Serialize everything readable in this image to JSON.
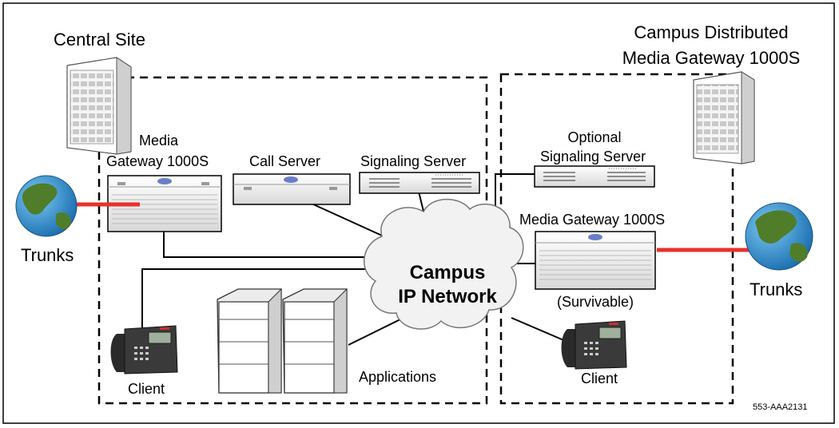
{
  "labels": {
    "central_site": "Central Site",
    "campus_site_line1": "Campus Distributed",
    "campus_site_line2": "Media Gateway 1000S",
    "mg_central_line1": "Media",
    "mg_central_line2": "Gateway 1000S",
    "call_server": "Call Server",
    "signaling_server": "Signaling Server",
    "optional_ss_line1": "Optional",
    "optional_ss_line2": "Signaling Server",
    "mg_campus": "Media Gateway 1000S",
    "survivable": "(Survivable)",
    "trunks_left": "Trunks",
    "trunks_right": "Trunks",
    "cloud_line1": "Campus",
    "cloud_line2": "IP Network",
    "client_left": "Client",
    "client_right": "Client",
    "applications": "Applications",
    "figure_id": "553-AAA2131"
  },
  "colors": {
    "arrow": "#e8312c",
    "globe_ocean": "#2a8fd0",
    "globe_land": "#4f7d2a",
    "device_fill": "#eeeeee",
    "cloud_fill": "#f2f2f2",
    "line": "#000000"
  },
  "icons": [
    "building-icon",
    "globe-icon",
    "phone-icon",
    "server-rack-icon",
    "cloud-icon"
  ]
}
